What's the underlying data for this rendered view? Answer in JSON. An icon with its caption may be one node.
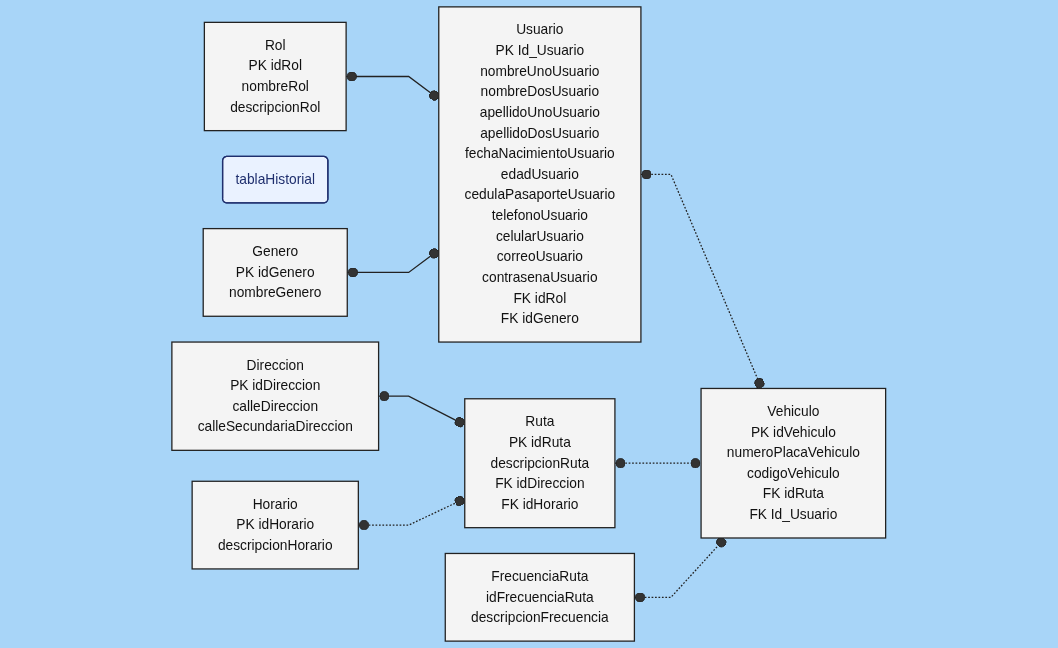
{
  "diagram": {
    "nodes": [
      {
        "text": [
          "Direccion",
          "PK idDireccion",
          "calleDireccion",
          "calleSecundariaDireccion"
        ]
      },
      {
        "text": [
          "tablaHistorial"
        ]
      },
      {
        "text": [
          "Usuario",
          "PK Id_Usuario",
          "nombreUnoUsuario",
          "nombreDosUsuario",
          "apellidoUnoUsuario",
          "apellidoDosUsuario",
          "fechaNacimientoUsuario",
          "edadUsuario",
          "cedulaPasaporteUsuario",
          "telefonoUsuario",
          "celularUsuario",
          "correoUsuario",
          "contrasenaUsuario",
          "FK idRol",
          "FK idGenero"
        ]
      },
      {
        "text": [
          "Ruta",
          "PK idRuta",
          "descripcionRuta",
          "FK idDireccion",
          "FK idHorario"
        ]
      },
      {
        "text": [
          "Horario",
          "PK idHorario",
          "descripcionHorario"
        ]
      },
      {
        "text": [
          "Rol",
          "PK idRol",
          "nombreRol",
          "descripcionRol"
        ]
      },
      {
        "text": [
          "Genero",
          "PK idGenero",
          "nombreGenero"
        ]
      },
      {
        "text": [
          "Vehiculo",
          "PK idVehiculo",
          "numeroPlacaVehiculo",
          "codigoVehiculo",
          "FK idRuta",
          "FK Id_Usuario"
        ]
      },
      {
        "text": [
          "FrecuenciaRuta",
          "idFrecuenciaRuta",
          "descripcionFrecuencia"
        ]
      }
    ],
    "edges": [
      {
        "from": 5,
        "to": 2,
        "arrow": "other"
      },
      {
        "from": 6,
        "to": 2,
        "arrow": "other"
      },
      {
        "from": 2,
        "to": 7,
        "arrow": "other",
        "style": "dashed"
      },
      {
        "from": 0,
        "to": 3,
        "arrow": "other"
      },
      {
        "from": 4,
        "to": 3,
        "arrow": "other",
        "style": "dashed"
      },
      {
        "from": 3,
        "to": 7,
        "arrow": "other",
        "style": "dashed"
      },
      {
        "from": 8,
        "to": 7,
        "arrow": "other",
        "style": "dashed"
      }
    ]
  }
}
